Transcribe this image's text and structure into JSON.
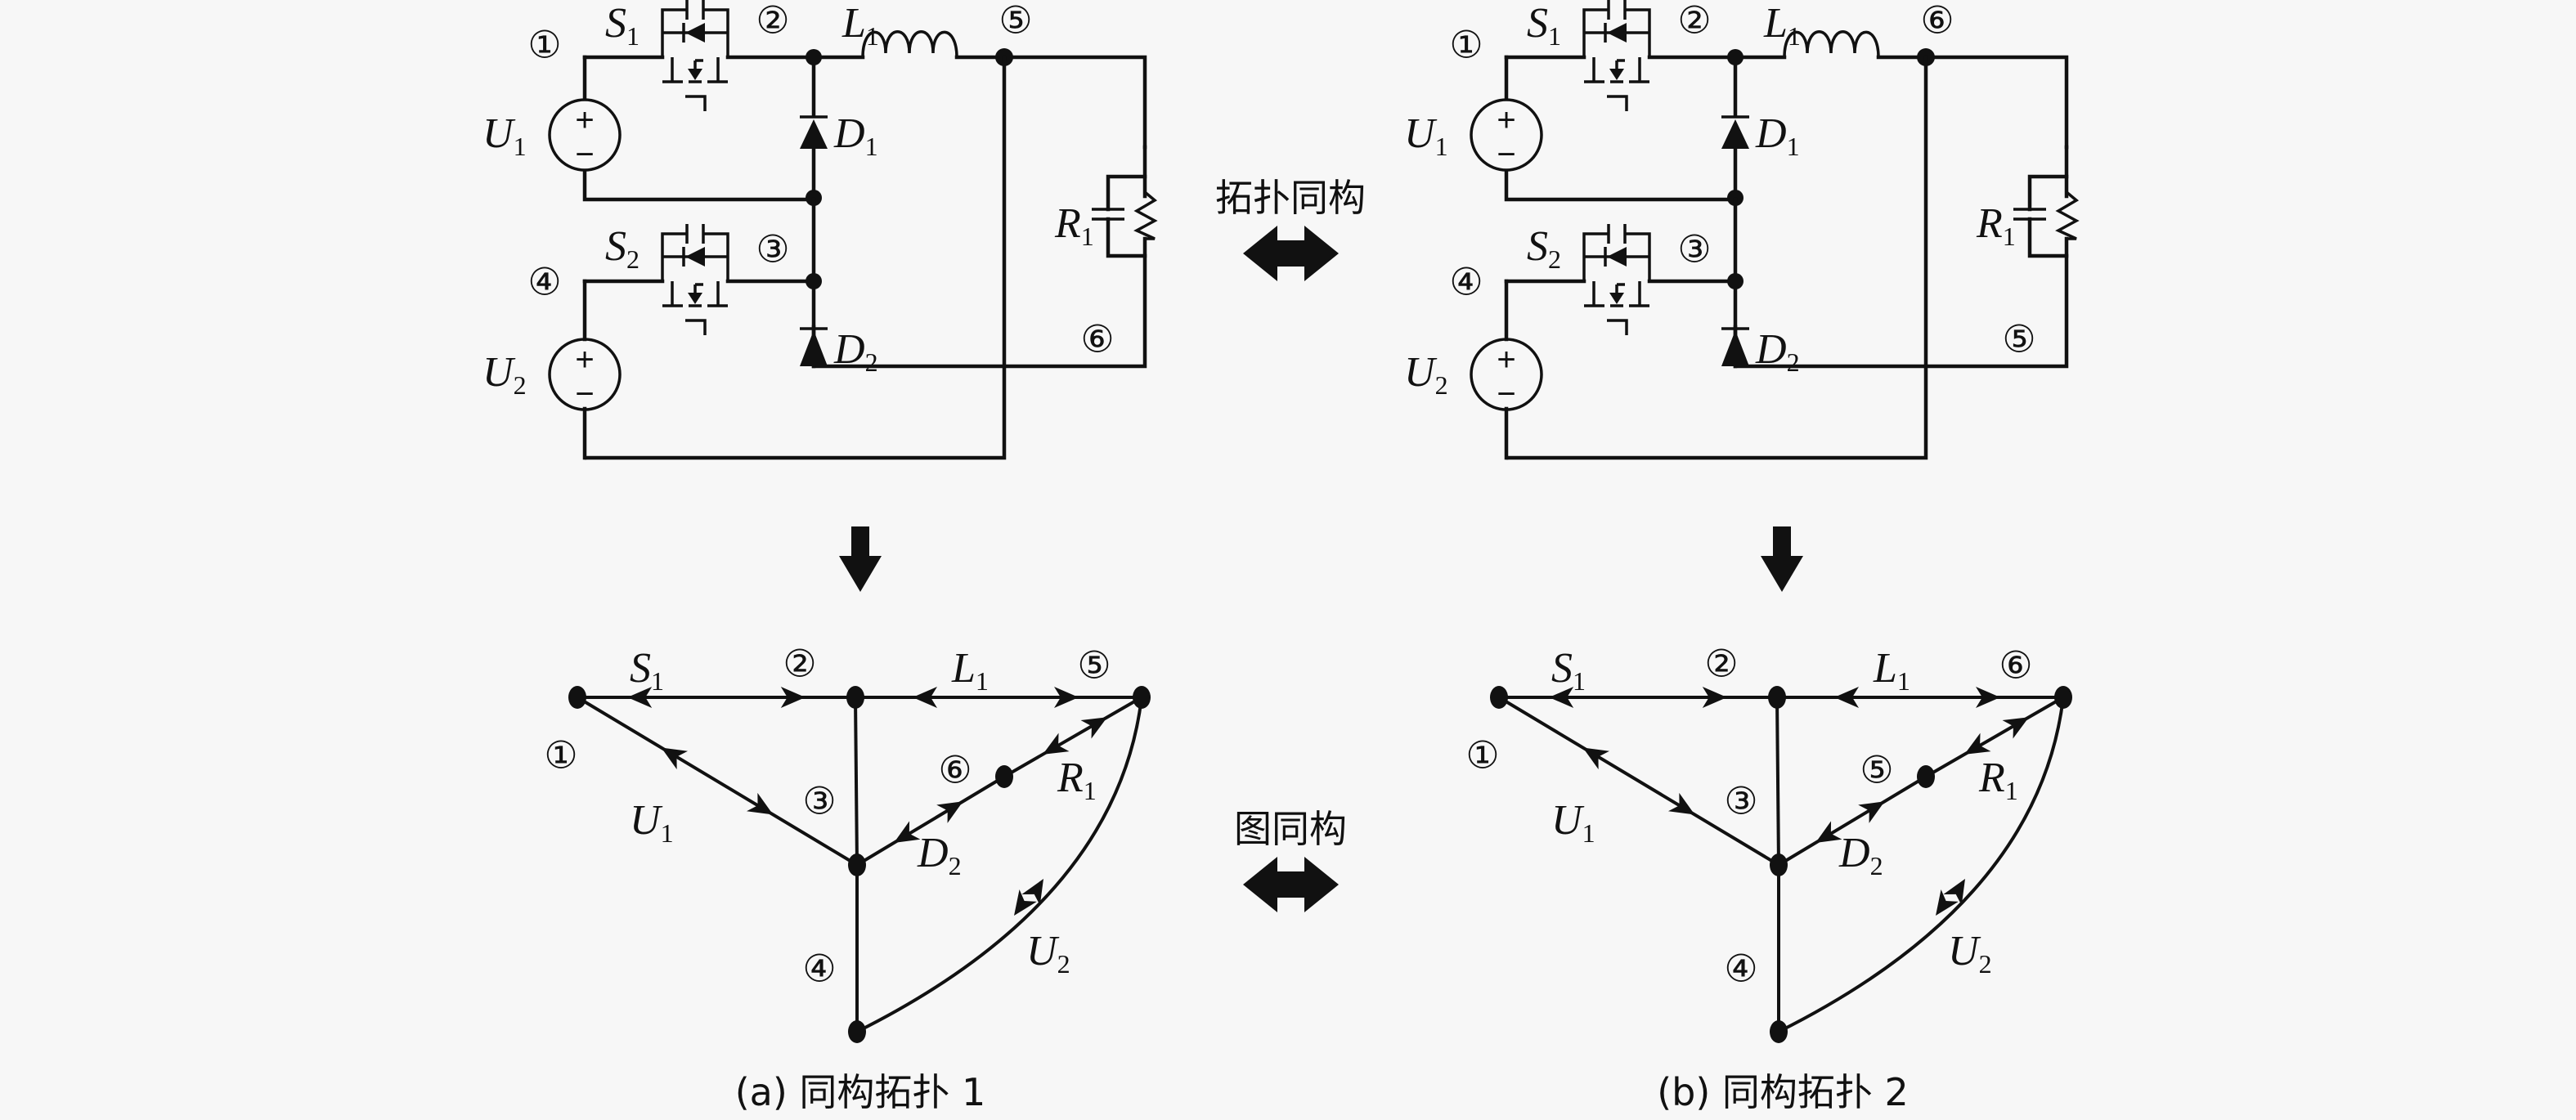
{
  "figure": {
    "relations": {
      "topology_isomorphism": "拓扑同构",
      "graph_isomorphism": "图同构"
    },
    "panels": [
      {
        "id": "a",
        "caption": "(a) 同构拓扑 1",
        "circuit": {
          "components": {
            "S1": {
              "main": "S",
              "sub": "1"
            },
            "S2": {
              "main": "S",
              "sub": "2"
            },
            "L1": {
              "main": "L",
              "sub": "1"
            },
            "D1": {
              "main": "D",
              "sub": "1"
            },
            "D2": {
              "main": "D",
              "sub": "2"
            },
            "U1": {
              "main": "U",
              "sub": "1"
            },
            "U2": {
              "main": "U",
              "sub": "2"
            },
            "R1": {
              "main": "R",
              "sub": "1"
            }
          },
          "nodes": {
            "n1": "①",
            "n2": "②",
            "n3": "③",
            "n4": "④",
            "top_right": "⑤",
            "bottom_right": "⑥"
          },
          "source_plus": "+",
          "source_minus": "−"
        },
        "graph": {
          "nodes": {
            "n1": "①",
            "n2": "②",
            "n3": "③",
            "n4": "④",
            "top_right": "⑤",
            "mid_right": "⑥"
          },
          "edges": [
            {
              "label_main": "S",
              "label_sub": "1",
              "from": "①",
              "to": "②"
            },
            {
              "label_main": "L",
              "label_sub": "1",
              "from": "②",
              "to": "⑤"
            },
            {
              "label_main": "U",
              "label_sub": "1",
              "from": "①",
              "to": "③"
            },
            {
              "label_main": "D",
              "label_sub": "2",
              "from": "③",
              "to": "⑥"
            },
            {
              "label_main": "R",
              "label_sub": "1",
              "from": "⑥",
              "to": "⑤"
            },
            {
              "label_main": "U",
              "label_sub": "2",
              "from": "④",
              "to": "⑤"
            },
            {
              "label_main": "",
              "label_sub": "",
              "from": "②",
              "to": "③"
            },
            {
              "label_main": "",
              "label_sub": "",
              "from": "③",
              "to": "④"
            }
          ]
        }
      },
      {
        "id": "b",
        "caption": "(b) 同构拓扑 2",
        "circuit": {
          "components": {
            "S1": {
              "main": "S",
              "sub": "1"
            },
            "S2": {
              "main": "S",
              "sub": "2"
            },
            "L1": {
              "main": "L",
              "sub": "1"
            },
            "D1": {
              "main": "D",
              "sub": "1"
            },
            "D2": {
              "main": "D",
              "sub": "2"
            },
            "U1": {
              "main": "U",
              "sub": "1"
            },
            "U2": {
              "main": "U",
              "sub": "2"
            },
            "R1": {
              "main": "R",
              "sub": "1"
            }
          },
          "nodes": {
            "n1": "①",
            "n2": "②",
            "n3": "③",
            "n4": "④",
            "top_right": "⑥",
            "bottom_right": "⑤"
          },
          "source_plus": "+",
          "source_minus": "−"
        },
        "graph": {
          "nodes": {
            "n1": "①",
            "n2": "②",
            "n3": "③",
            "n4": "④",
            "top_right": "⑥",
            "mid_right": "⑤"
          },
          "edges": [
            {
              "label_main": "S",
              "label_sub": "1",
              "from": "①",
              "to": "②"
            },
            {
              "label_main": "L",
              "label_sub": "1",
              "from": "②",
              "to": "⑥"
            },
            {
              "label_main": "U",
              "label_sub": "1",
              "from": "①",
              "to": "③"
            },
            {
              "label_main": "D",
              "label_sub": "2",
              "from": "③",
              "to": "⑤"
            },
            {
              "label_main": "R",
              "label_sub": "1",
              "from": "⑤",
              "to": "⑥"
            },
            {
              "label_main": "U",
              "label_sub": "2",
              "from": "④",
              "to": "⑥"
            },
            {
              "label_main": "",
              "label_sub": "",
              "from": "②",
              "to": "③"
            },
            {
              "label_main": "",
              "label_sub": "",
              "from": "③",
              "to": "④"
            }
          ]
        }
      }
    ]
  }
}
